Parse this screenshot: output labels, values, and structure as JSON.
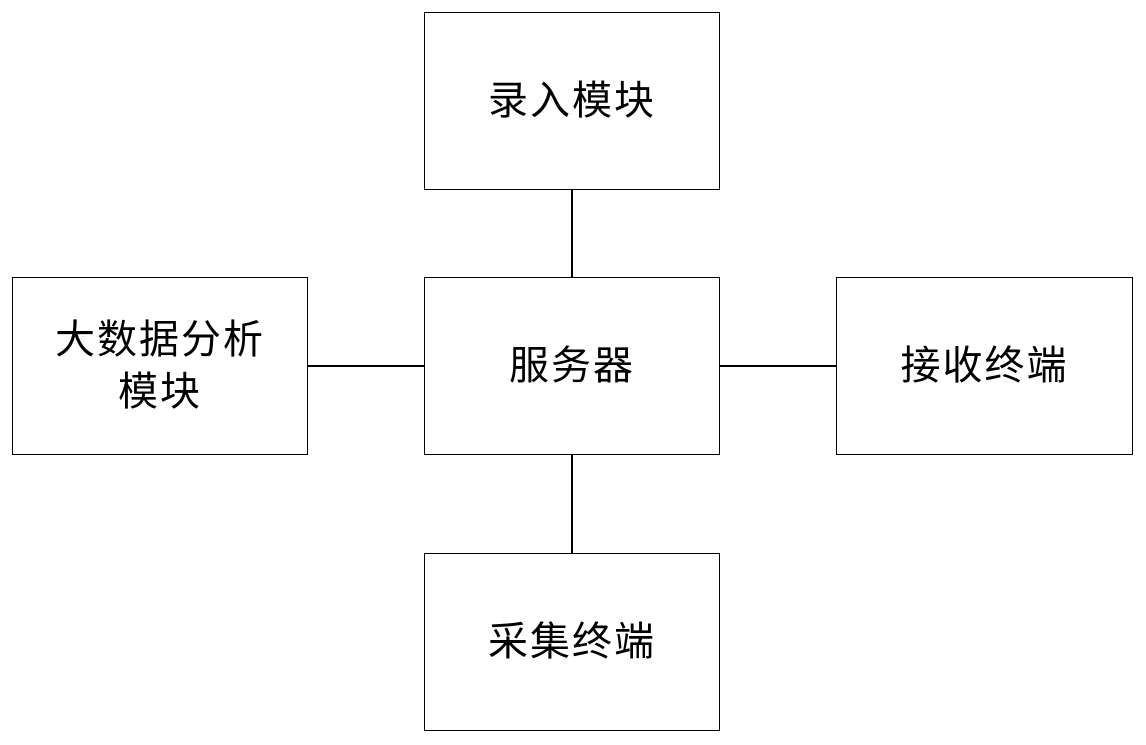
{
  "diagram": {
    "top_box": {
      "label": "录入模块"
    },
    "left_box": {
      "label": "大数据分析\n模块"
    },
    "center_box": {
      "label": "服务器"
    },
    "right_box": {
      "label": "接收终端"
    },
    "bottom_box": {
      "label": "采集终端"
    }
  }
}
